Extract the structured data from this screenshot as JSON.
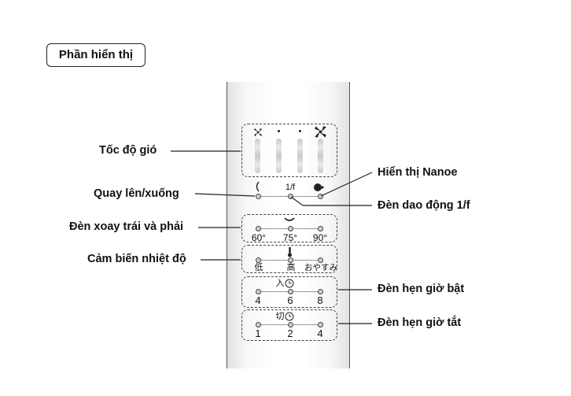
{
  "title": "Phần hiển thị",
  "labels": {
    "wind_speed": "Tốc độ gió",
    "swing_updown": "Quay lên/xuống",
    "swing_leftright": "Đèn xoay trái và phải",
    "temp_sensor": "Cảm biến nhiệt độ",
    "nanoe": "Hiển thị Nanoe",
    "oscillation_1f": "Đèn dao động 1/f",
    "timer_on": "Đèn hẹn giờ bật",
    "timer_off": "Đèn hẹn giờ tắt"
  },
  "panel": {
    "row2_center": "1/f",
    "angles": [
      "60°",
      "75°",
      "90°"
    ],
    "temp": [
      "低",
      "高",
      "おやすみ"
    ],
    "timer_on_title": "入",
    "timer_on_values": [
      "4",
      "6",
      "8"
    ],
    "timer_off_title": "切",
    "timer_off_values": [
      "1",
      "2",
      "4"
    ]
  },
  "icons": [
    "fan-low-icon",
    "fan-high-icon",
    "swing-updown-icon",
    "nanoe-icon",
    "swing-leftright-icon",
    "thermometer-icon",
    "clock-icon"
  ]
}
